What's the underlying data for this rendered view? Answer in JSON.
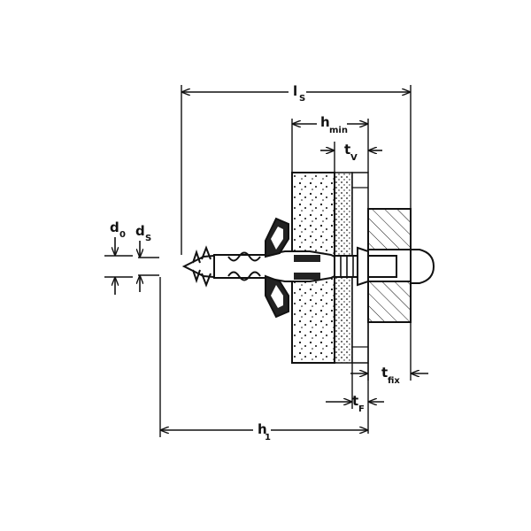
{
  "labels": {
    "ls": {
      "main": "l",
      "sub": "S"
    },
    "hmin": {
      "main": "h",
      "sub": "min"
    },
    "tv": {
      "main": "t",
      "sub": "V"
    },
    "d0": {
      "main": "d",
      "sub": "0"
    },
    "ds": {
      "main": "d",
      "sub": "S"
    },
    "tfix": {
      "main": "t",
      "sub": "fix"
    },
    "tf": {
      "main": "t",
      "sub": "F"
    },
    "h1": {
      "main": "h",
      "sub": "1"
    }
  },
  "colors": {
    "line": "#111111",
    "background": "#ffffff",
    "plaster": "#ffffff"
  }
}
